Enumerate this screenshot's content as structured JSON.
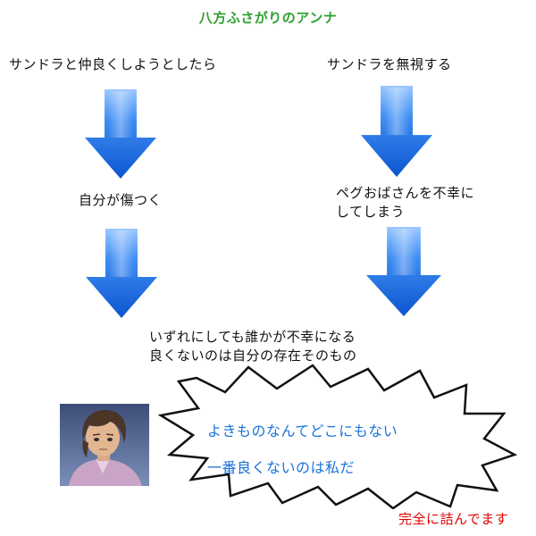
{
  "title": "八方ふさがりのアンナ",
  "left_branch": {
    "start": "サンドラと仲良くしようとしたら",
    "result": "自分が傷つく"
  },
  "right_branch": {
    "start": "サンドラを無視する",
    "result_line1": "ペグおばさんを不幸に",
    "result_line2": "してしまう"
  },
  "conclusion": {
    "line1": "いずれにしても誰かが不幸になる",
    "line2": "良くないのは自分の存在そのもの"
  },
  "thought_bubble": {
    "line1": "よきものなんてどこにもない",
    "line2": "一番良くないのは私だ"
  },
  "footer": "完全に詰んでます",
  "colors": {
    "title": "#2ea02e",
    "arrow_blue": "#1b6fe0",
    "bubble_text": "#1a73d9",
    "footer": "#e30000"
  },
  "icons": {
    "arrow": "down-arrow-icon",
    "avatar": "anna-portrait"
  }
}
